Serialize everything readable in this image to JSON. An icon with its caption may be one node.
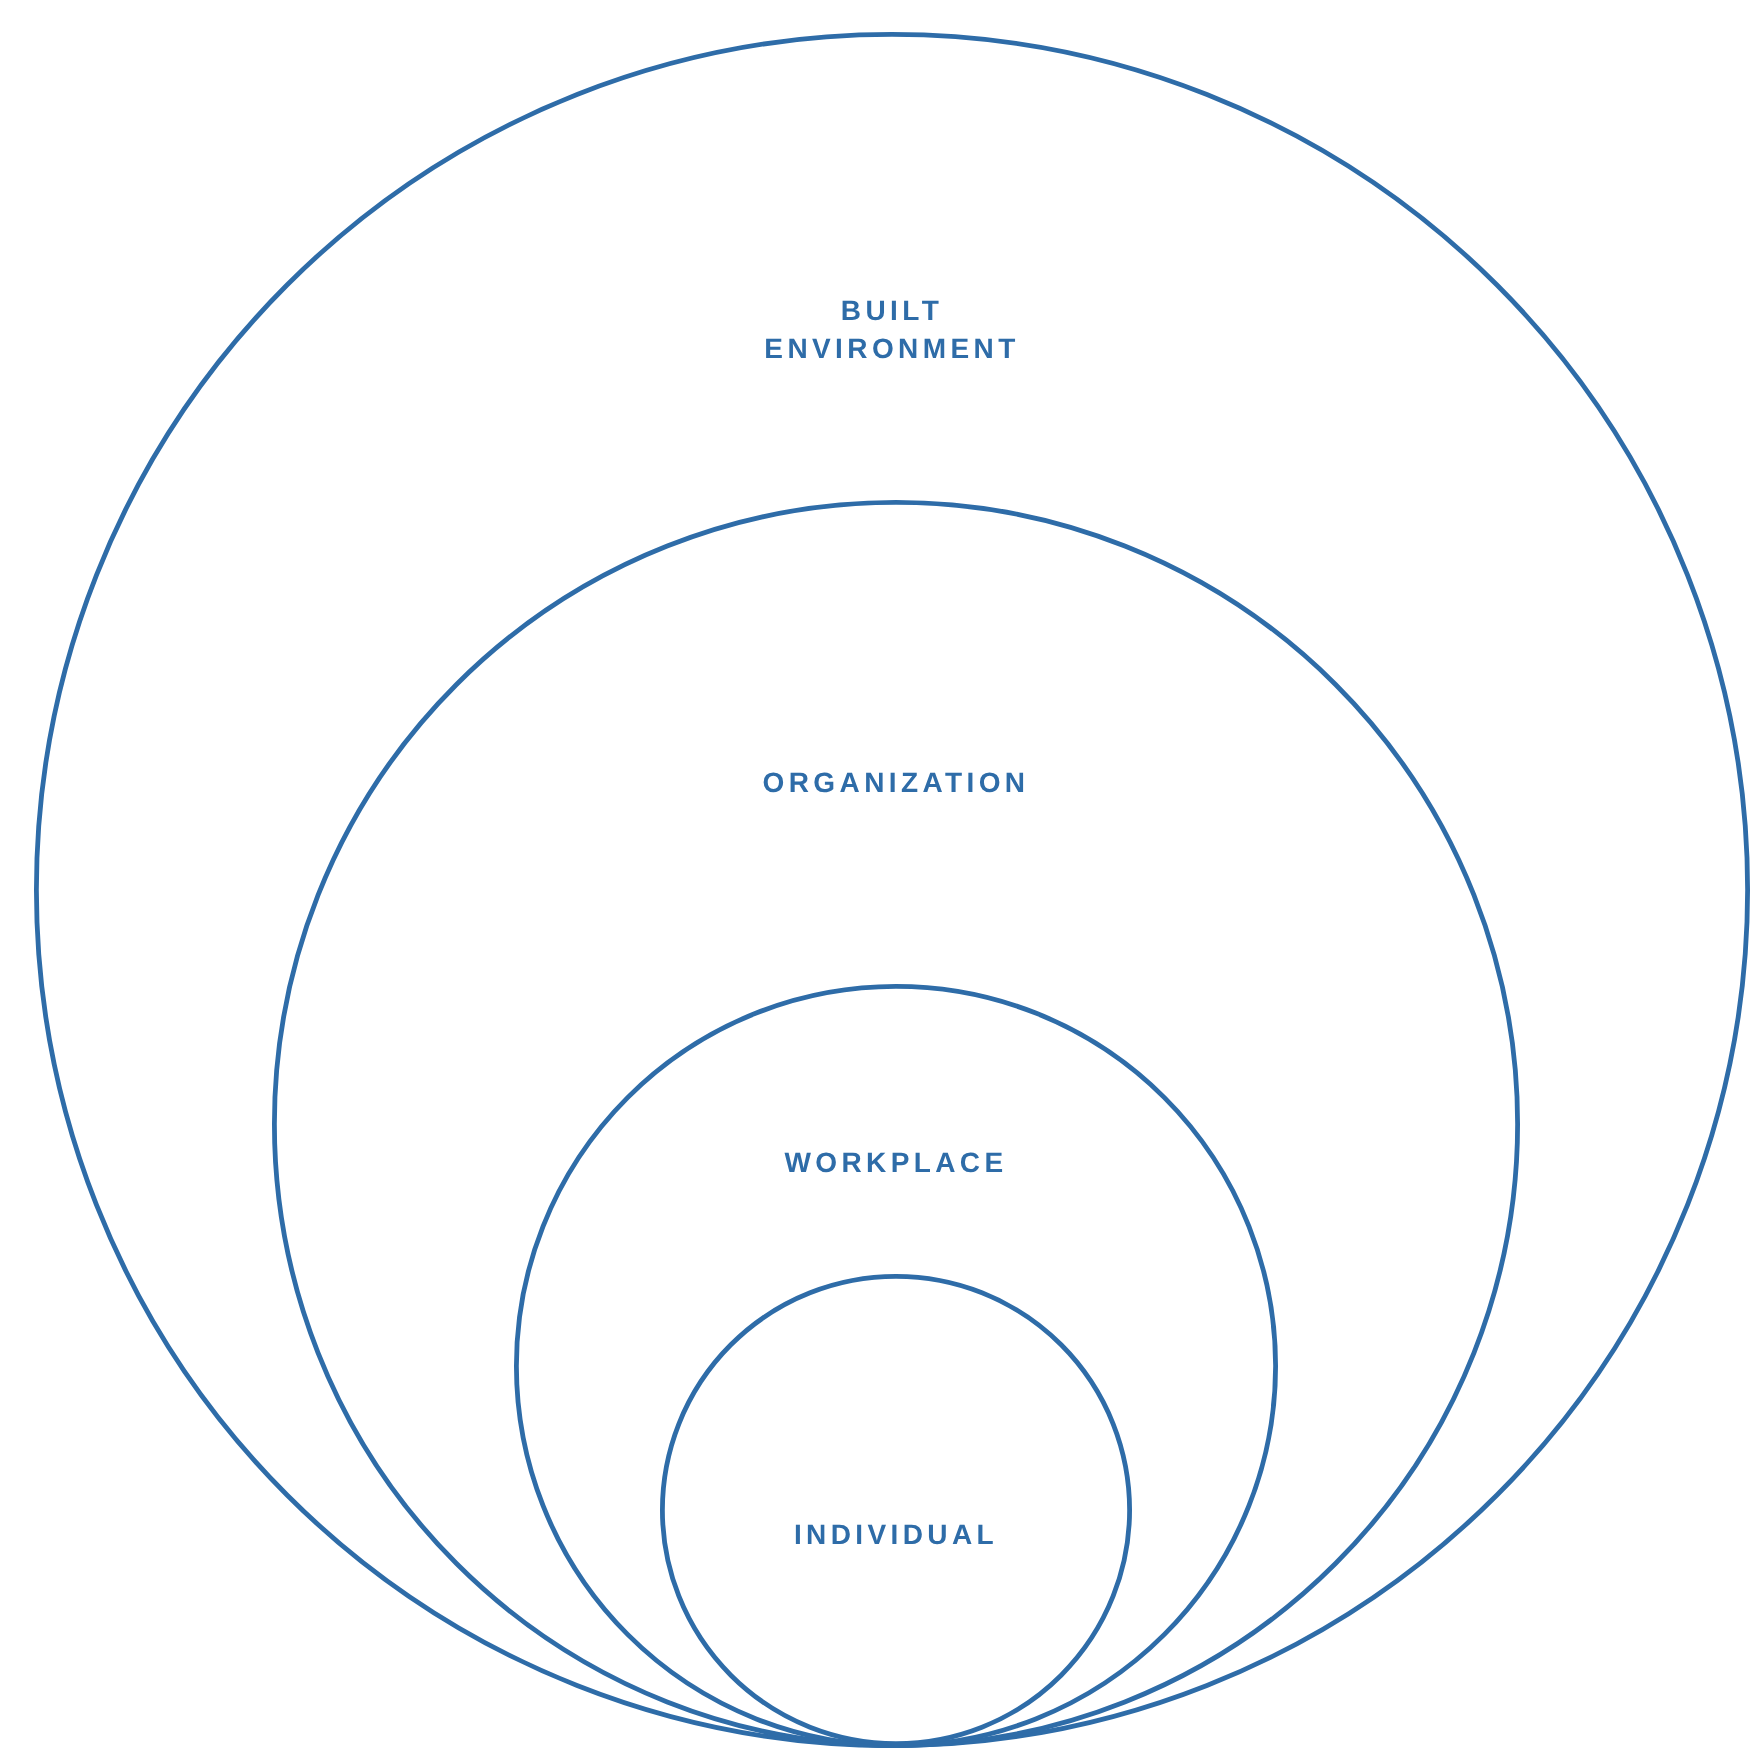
{
  "diagram": {
    "nodes": [
      {
        "text": [
          "BUILT ENVIRONMENT"
        ]
      },
      {
        "text": [
          "ORGANIZATION"
        ],
        "in": 0
      },
      {
        "text": [
          "WORKPLACE"
        ],
        "in": 1
      },
      {
        "text": [
          "INDIVIDUAL"
        ],
        "in": 2
      }
    ]
  }
}
